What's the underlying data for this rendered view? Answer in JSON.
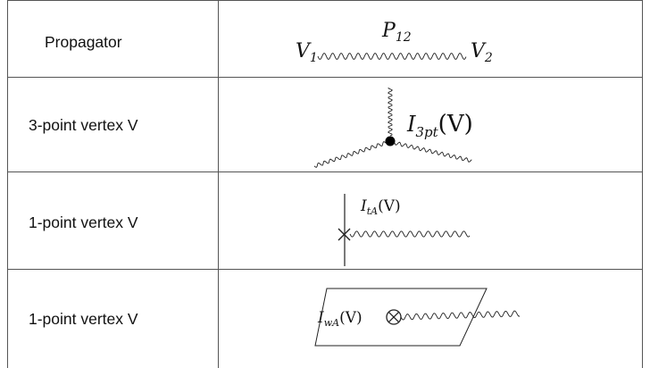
{
  "rows": [
    {
      "label": "Propagator",
      "math": {
        "top": "P",
        "top_sub": "12",
        "left": "V",
        "left_sub": "1",
        "right": "V",
        "right_sub": "2"
      }
    },
    {
      "label": "3-point vertex V",
      "math": {
        "main": "I",
        "main_sub": "3pt",
        "arg": "(V)"
      }
    },
    {
      "label": "1-point vertex V",
      "math": {
        "main": "I",
        "main_sub": "tA",
        "arg": "(V)"
      }
    },
    {
      "label": "1-point vertex V",
      "math": {
        "main": "I",
        "main_sub": "wA",
        "arg": "(V)"
      }
    }
  ]
}
